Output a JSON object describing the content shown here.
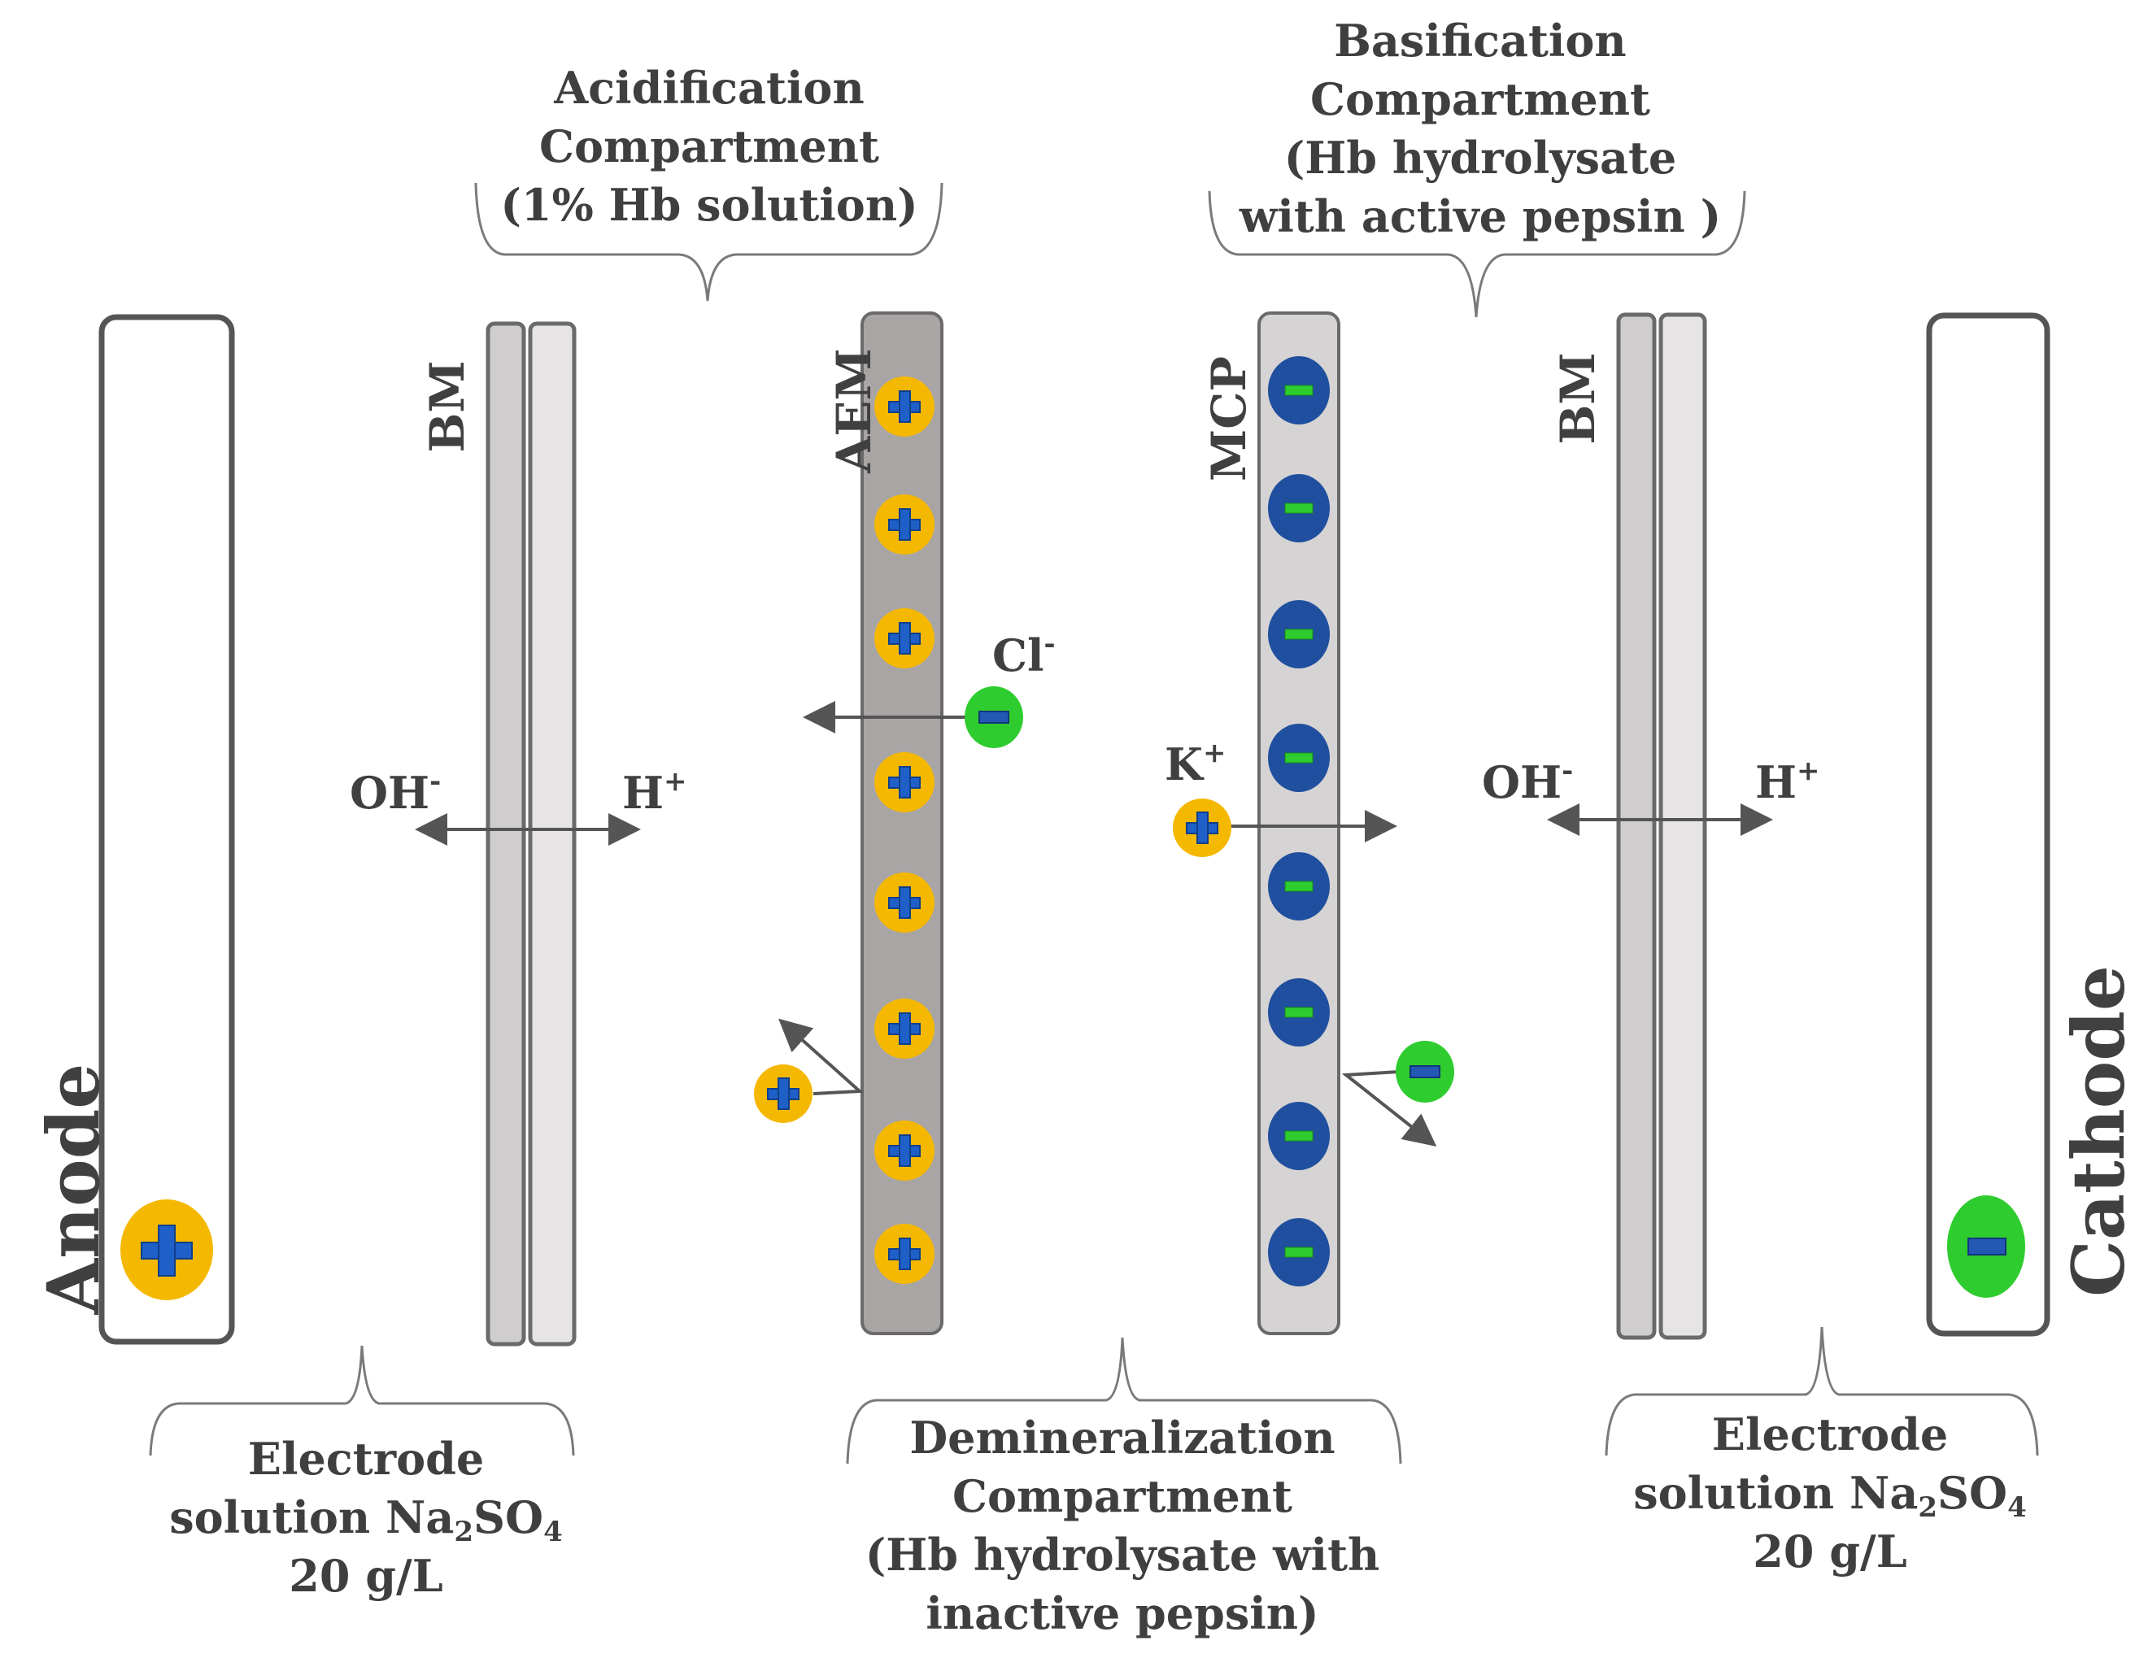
{
  "compartments": {
    "acidification": {
      "line1": "Acidification",
      "line2": "Compartment",
      "line3": "(1% Hb solution)"
    },
    "basification": {
      "line1": "Basification",
      "line2": "Compartment",
      "line3": "(Hb hydrolysate",
      "line4": "with active pepsin )"
    },
    "demineralization": {
      "line1": "Demineralization",
      "line2": "Compartment",
      "line3": "(Hb hydrolysate with",
      "line4": "inactive pepsin)"
    },
    "electrode_left": {
      "line1": "Electrode",
      "line2_prefix": "solution Na",
      "sub1": "2",
      "line2_mid": "SO",
      "sub2": "4",
      "line3": "20 g/L"
    },
    "electrode_right": {
      "line1": "Electrode",
      "line2_prefix": "solution Na",
      "sub1": "2",
      "line2_mid": "SO",
      "sub2": "4",
      "line3": "20 g/L"
    }
  },
  "membranes": {
    "bm_left": "BM",
    "aem": "AEM",
    "mcp": "MCP",
    "bm_right": "BM"
  },
  "electrodes": {
    "anode": "Anode",
    "cathode": "Cathode"
  },
  "ions": {
    "oh_left": {
      "base": "OH",
      "charge": "-"
    },
    "h_left": {
      "base": "H",
      "charge": "+"
    },
    "cl": {
      "base": "Cl",
      "charge": "-"
    },
    "k": {
      "base": "K",
      "charge": "+"
    },
    "oh_right": {
      "base": "OH",
      "charge": "-"
    },
    "h_right": {
      "base": "H",
      "charge": "+"
    }
  },
  "colors": {
    "positive_fill": "#f5b800",
    "positive_sign": "#1f5fc8",
    "negative_fill": "#1f4f9e",
    "negative_sign": "#2ecc2e",
    "free_anion_fill": "#2ecc2e",
    "free_anion_sign": "#2458b5",
    "aem_fill": "#a9a5a5",
    "mcp_fill": "#d6d3d4",
    "bm_fill": "#e6e4e4",
    "outline": "#5a5a5a",
    "text": "#404040"
  }
}
